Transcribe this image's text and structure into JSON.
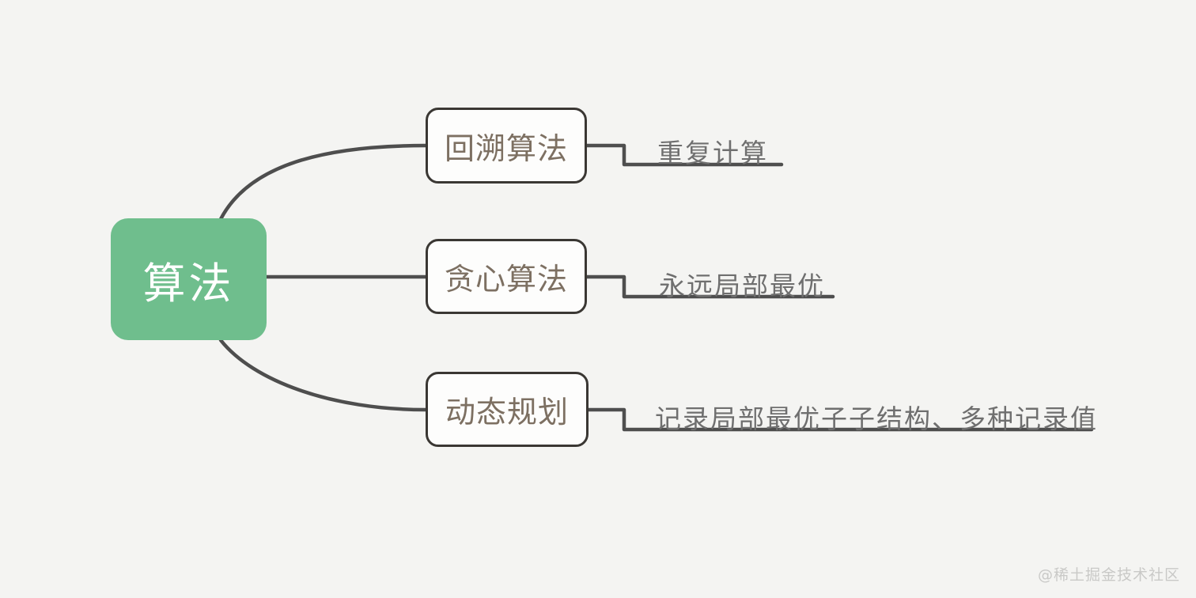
{
  "canvas": {
    "background_color": "#f4f4f2",
    "watermark": "@稀土掘金技术社区"
  },
  "colors": {
    "root_fill": "#6fbe8d",
    "root_text": "#ffffff",
    "branch_border": "#3a3733",
    "branch_fill": "#fdfdfc",
    "branch_text": "#7d7062",
    "leaf_text": "#6f6f6f",
    "connector": "#4e4e4e"
  },
  "mindmap": {
    "root": {
      "label": "算法"
    },
    "branches": [
      {
        "label": "回溯算法",
        "children": [
          {
            "label": "重复计算"
          }
        ]
      },
      {
        "label": "贪心算法",
        "children": [
          {
            "label": "永远局部最优"
          }
        ]
      },
      {
        "label": "动态规划",
        "children": [
          {
            "label": "记录局部最优子子结构、多种记录值"
          }
        ]
      }
    ]
  }
}
